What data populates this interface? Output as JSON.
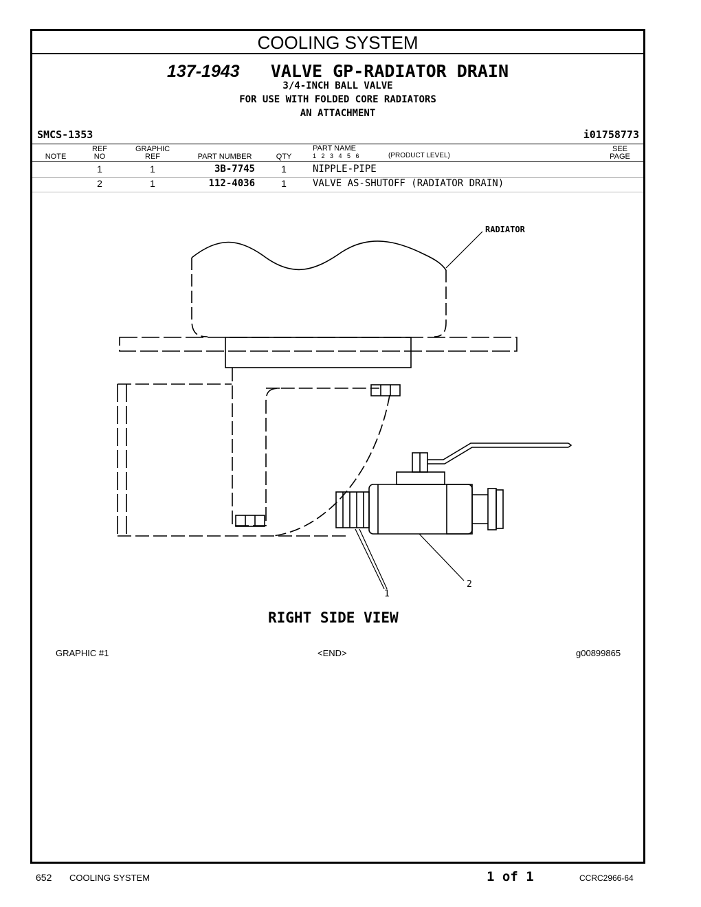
{
  "section": {
    "title": "COOLING SYSTEM"
  },
  "group": {
    "part_number": "137-1943",
    "name": "VALVE GP-RADIATOR DRAIN",
    "description_lines": [
      "3/4-INCH BALL VALVE",
      "FOR USE WITH FOLDED CORE RADIATORS",
      "AN ATTACHMENT"
    ],
    "smcs": "SMCS-1353",
    "illustration_id": "i01758773"
  },
  "table": {
    "headers": {
      "note": "NOTE",
      "ref_top": "REF",
      "ref_bottom": "NO",
      "graphic_top": "GRAPHIC",
      "graphic_bottom": "REF",
      "part_number": "PART NUMBER",
      "qty": "QTY",
      "part_name": "PART NAME",
      "levels": "1   2   3   4   5   6",
      "product_level": "(PRODUCT LEVEL)",
      "see_top": "SEE",
      "see_bottom": "PAGE"
    },
    "rows": [
      {
        "ref": "1",
        "graphic_ref": "1",
        "part_number": "3B-7745",
        "qty": "1",
        "part_name": "NIPPLE-PIPE"
      },
      {
        "ref": "2",
        "graphic_ref": "1",
        "part_number": "112-4036",
        "qty": "1",
        "part_name": "VALVE AS-SHUTOFF (RADIATOR DRAIN)"
      }
    ]
  },
  "illustration": {
    "label_radiator": "RADIATOR",
    "callout_1": "1",
    "callout_2": "2",
    "view_caption": "RIGHT SIDE VIEW",
    "graphic_label": "GRAPHIC #1",
    "end_marker": "<END>",
    "graphic_id": "g00899865"
  },
  "footer": {
    "page_number": "652",
    "section_name": "COOLING SYSTEM",
    "page_of": "1 of 1",
    "doc_code": "CCRC2966-64"
  }
}
